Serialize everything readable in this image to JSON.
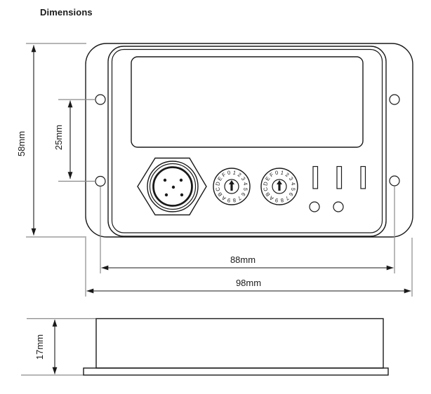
{
  "title": "Dimensions",
  "colors": {
    "outline": "#1a1a1a",
    "extension_line": "#8a8a8a",
    "text": "#1a1a1a",
    "background": "#ffffff"
  },
  "front_view": {
    "dimensions": {
      "overall_height": "58mm",
      "hole_spacing_vertical": "25mm",
      "hole_spacing_horizontal": "88mm",
      "overall_width": "98mm"
    }
  },
  "side_view": {
    "dimensions": {
      "overall_depth": "17mm"
    }
  },
  "rotary_switches": {
    "digits": "0123456789ABCDEF"
  }
}
